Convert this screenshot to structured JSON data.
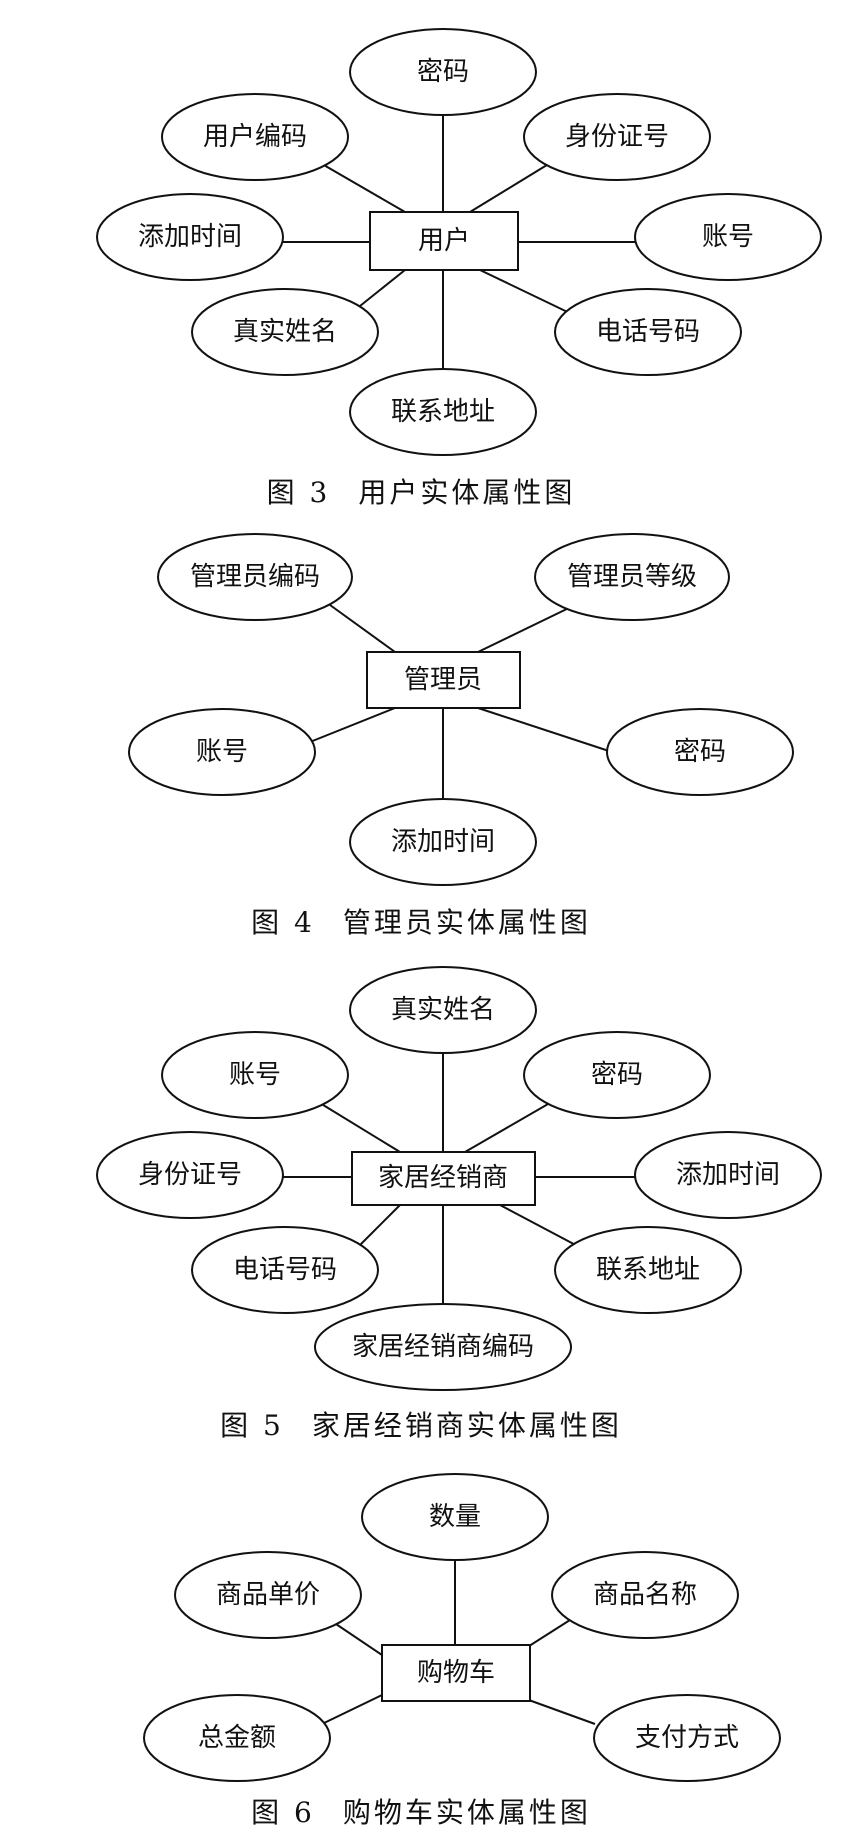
{
  "figures": [
    {
      "entity": "用户",
      "attributes": [
        "密码",
        "用户编码",
        "身份证号",
        "添加时间",
        "账号",
        "真实姓名",
        "电话号码",
        "联系地址"
      ],
      "caption_num": "图 3",
      "caption_text": "用户实体属性图"
    },
    {
      "entity": "管理员",
      "attributes": [
        "管理员编码",
        "管理员等级",
        "账号",
        "密码",
        "添加时间"
      ],
      "caption_num": "图 4",
      "caption_text": "管理员实体属性图"
    },
    {
      "entity": "家居经销商",
      "attributes": [
        "真实姓名",
        "账号",
        "密码",
        "身份证号",
        "添加时间",
        "电话号码",
        "联系地址",
        "家居经销商编码"
      ],
      "caption_num": "图 5",
      "caption_text": "家居经销商实体属性图"
    },
    {
      "entity": "购物车",
      "attributes": [
        "数量",
        "商品单价",
        "商品名称",
        "总金额",
        "支付方式"
      ],
      "caption_num": "图 6",
      "caption_text": "购物车实体属性图"
    }
  ]
}
